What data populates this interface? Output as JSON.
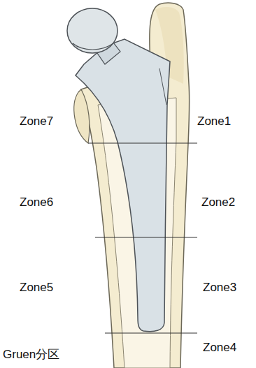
{
  "diagram": {
    "labels": [
      "Zone7",
      "Zone1",
      "Zone6",
      "Zone2",
      "Zone5",
      "Zone3",
      "Gruen分区",
      "Zone4"
    ]
  }
}
